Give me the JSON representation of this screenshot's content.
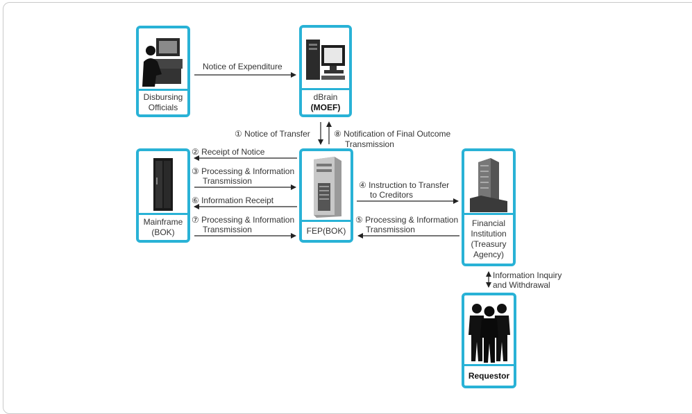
{
  "nodes": {
    "disbursing": {
      "line1": "Disbursing",
      "line2": "Officials",
      "icon": "computer-operator-icon"
    },
    "dbrain": {
      "line1": "dBrain",
      "line2": "(MOEF)",
      "icon": "desktop-computer-icon"
    },
    "mainframe": {
      "line1": "Mainframe",
      "line2": "(BOK)",
      "icon": "mainframe-cabinet-icon"
    },
    "fep": {
      "line1": "FEP(BOK)",
      "icon": "server-tower-icon"
    },
    "financial": {
      "line1": "Financial",
      "line2": "Institution",
      "line3": "(Treasury",
      "line4": "Agency)",
      "icon": "office-building-icon"
    },
    "requestor": {
      "line1": "Requestor",
      "icon": "people-silhouette-icon"
    }
  },
  "arrows": {
    "expenditure": "Notice of Expenditure",
    "notice_transfer": "① Notice of Transfer",
    "final_outcome_1": "⑧ Notification of Final Outcome",
    "final_outcome_2": "Transmission",
    "receipt_notice": "② Receipt of Notice",
    "processing3_1": "③ Processing & Information",
    "processing3_2": "Transmission",
    "info_receipt": "⑥ Information Receipt",
    "processing7_1": "⑦ Processing & Information",
    "processing7_2": "Transmission",
    "instruction_1": "④ Instruction to Transfer",
    "instruction_2": "to Creditors",
    "processing5_1": "⑤ Processing & Information",
    "processing5_2": "Transmission",
    "inquiry_1": "Information Inquiry",
    "inquiry_2": "and Withdrawal"
  },
  "colors": {
    "node_border": "#29b2d6",
    "arrow": "#222222"
  }
}
